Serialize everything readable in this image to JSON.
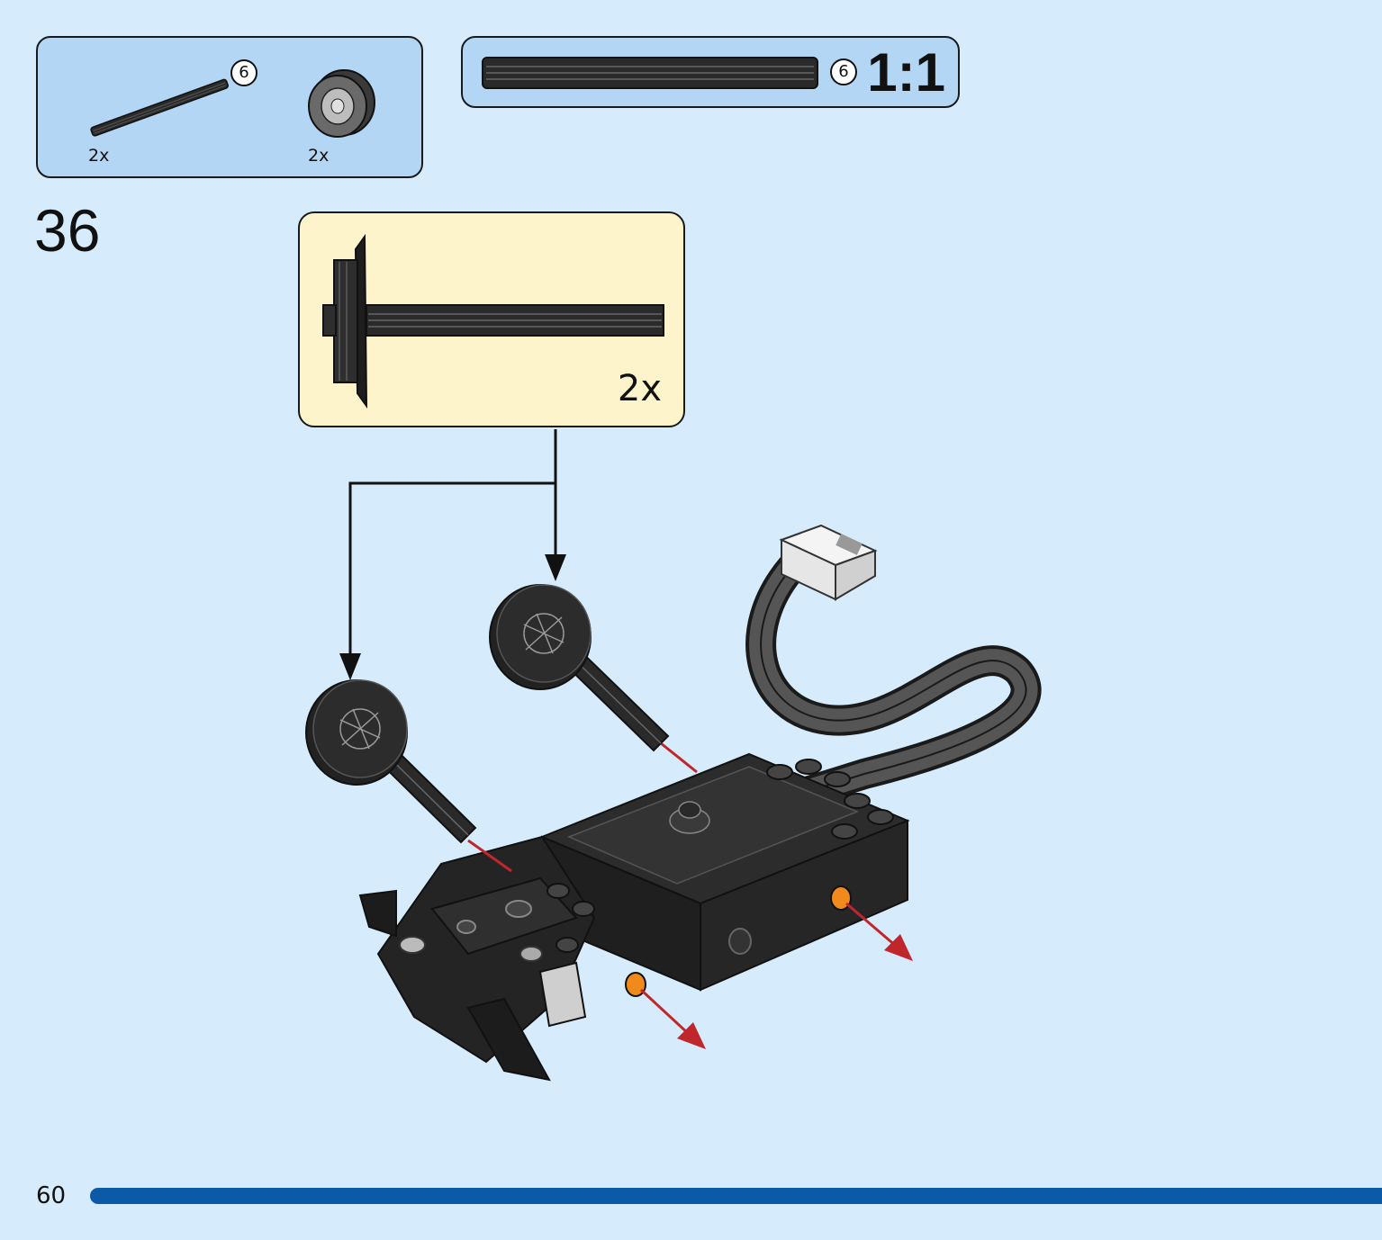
{
  "parts_list": {
    "items": [
      {
        "part": "axle",
        "icon": "axle-icon",
        "length_label": "6",
        "quantity": "2x"
      },
      {
        "part": "wheel",
        "icon": "wheel-icon",
        "quantity": "2x"
      }
    ]
  },
  "scale_guide": {
    "length_label": "6",
    "ratio": "1:1"
  },
  "step": {
    "number": "36",
    "subassembly_quantity": "2x"
  },
  "page": {
    "number": "60",
    "accent_color": "#0b5aa8",
    "background_color": "#d6ecfc"
  }
}
